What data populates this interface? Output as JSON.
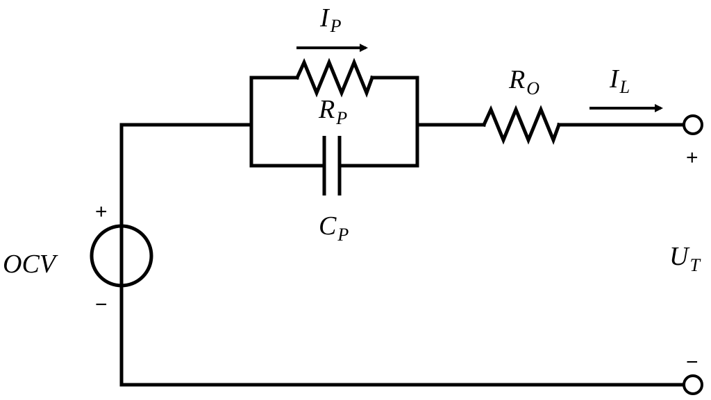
{
  "source": {
    "label": "OCV",
    "plus": "+",
    "minus": "−"
  },
  "rc_branch": {
    "current": {
      "main": "I",
      "sub": "P"
    },
    "resistor": {
      "main": "R",
      "sub": "P"
    },
    "capacitor": {
      "main": "C",
      "sub": "P"
    }
  },
  "series_resistor": {
    "main": "R",
    "sub": "O"
  },
  "load_current": {
    "main": "I",
    "sub": "L"
  },
  "terminal": {
    "voltage": {
      "main": "U",
      "sub": "T"
    },
    "plus": "+",
    "minus": "−"
  }
}
